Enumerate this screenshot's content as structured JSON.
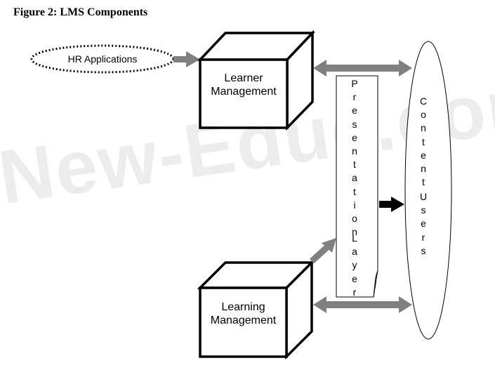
{
  "title": "Figure 2: LMS Components",
  "watermark": "New-Educ.com",
  "nodes": {
    "hr_applications": "HR Applications",
    "learner_management": [
      "Learner",
      "Management"
    ],
    "learning_management": [
      "Learning",
      "Management"
    ],
    "presentation_layer": [
      "Presentation",
      "Layer"
    ],
    "content_users": [
      "Content",
      "Users"
    ]
  },
  "colors": {
    "arrow_gray": "#808080",
    "arrow_black": "#000000",
    "outline": "#000000"
  }
}
